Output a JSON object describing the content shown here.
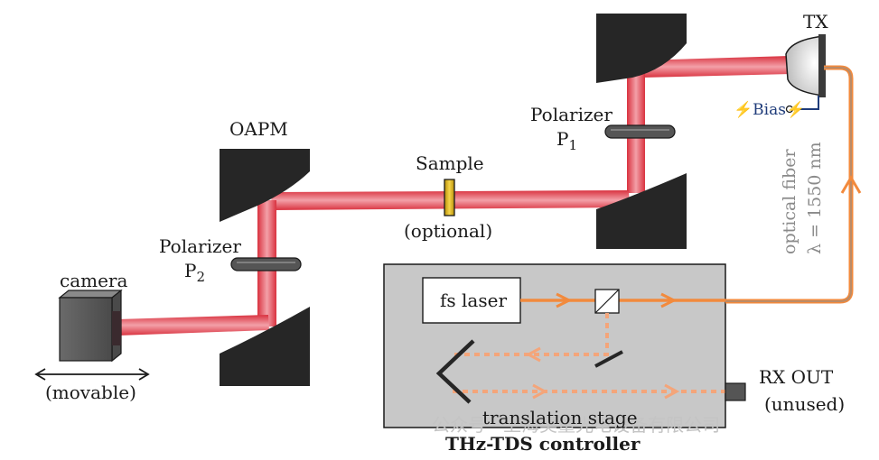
{
  "labels": {
    "tx": "TX",
    "bias": "Bias",
    "bias_glyph": "⚡",
    "polarizer_p1_line1": "Polarizer",
    "polarizer_p1_p": "P",
    "polarizer_p1_sub": "1",
    "sample": "Sample",
    "optional": "(optional)",
    "oapm": "OAPM",
    "polarizer_p2_line1": "Polarizer",
    "polarizer_p2_p": "P",
    "polarizer_p2_sub": "2",
    "camera": "camera",
    "movable": "(movable)",
    "fs_laser": "fs laser",
    "rx_out": "RX OUT",
    "unused": "(unused)",
    "translation_stage": "translation stage",
    "controller": "THz-TDS controller",
    "fiber_line1": "optical fiber",
    "fiber_line2": "λ = 1550 nm",
    "watermark": "公众号 · 上海昊量光电设备有限公司"
  },
  "colors": {
    "thz_beam": "#e33d4e",
    "thz_beam_core": "#f4a3ab",
    "laser": "#f28a3d",
    "fiber": "#8c8c8c",
    "mirror": "#262626",
    "controller_fill": "#c8c8c8",
    "bias_blue": "#1f3c7a"
  }
}
